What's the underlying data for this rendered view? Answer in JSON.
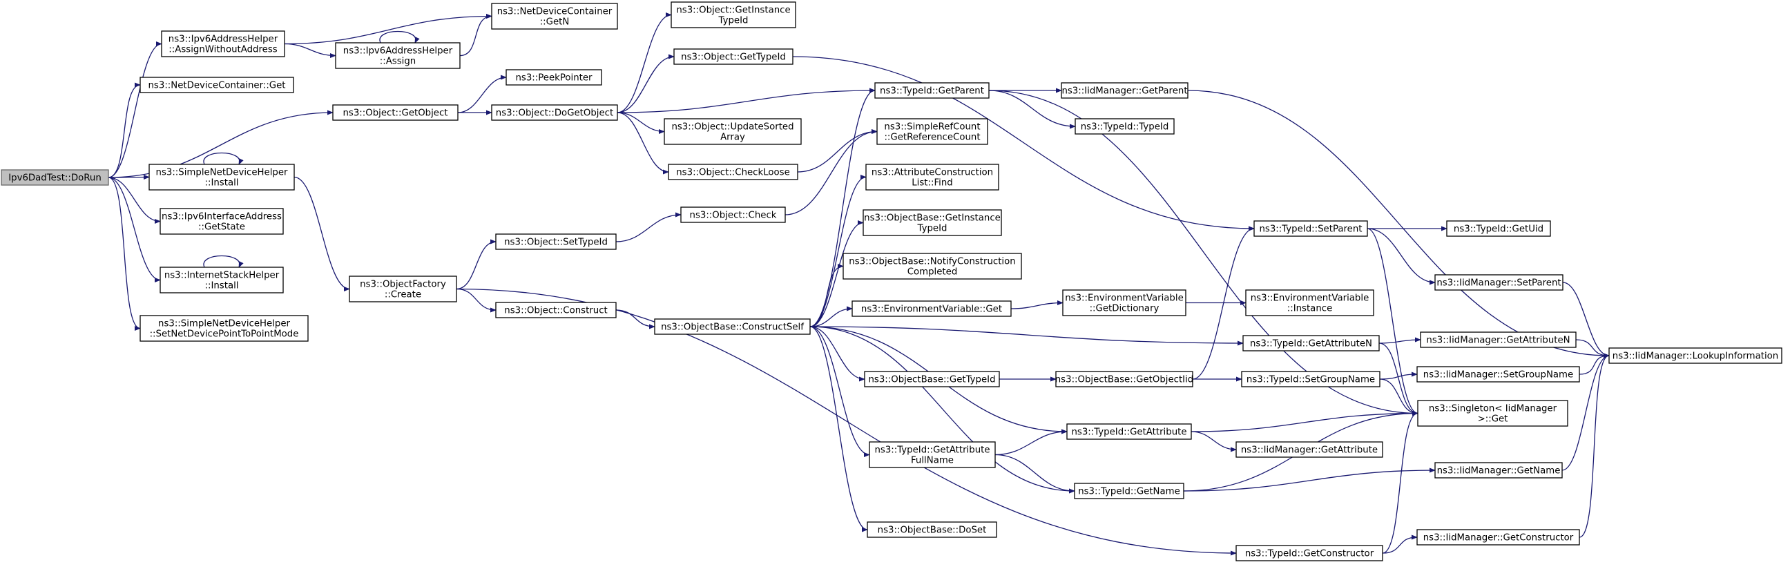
{
  "nodes": [
    {
      "id": "dorun",
      "label": [
        "Ipv6DadTest::DoRun"
      ],
      "root": true
    },
    {
      "id": "awa",
      "label": [
        "ns3::Ipv6AddressHelper",
        "::AssignWithoutAddress"
      ]
    },
    {
      "id": "ndcget",
      "label": [
        "ns3::NetDeviceContainer::Get"
      ]
    },
    {
      "id": "getobject",
      "label": [
        "ns3::Object::GetObject"
      ]
    },
    {
      "id": "sndhinstall",
      "label": [
        "ns3::SimpleNetDeviceHelper",
        "::Install"
      ]
    },
    {
      "id": "ipv6ifgetstate",
      "label": [
        "ns3::Ipv6InterfaceAddress",
        "::GetState"
      ]
    },
    {
      "id": "ishinstall",
      "label": [
        "ns3::InternetStackHelper",
        "::Install"
      ]
    },
    {
      "id": "setp2p",
      "label": [
        "ns3::SimpleNetDeviceHelper",
        "::SetNetDevicePointToPointMode"
      ]
    },
    {
      "id": "ndcgetn",
      "label": [
        "ns3::NetDeviceContainer",
        "::GetN"
      ]
    },
    {
      "id": "assign",
      "label": [
        "ns3::Ipv6AddressHelper",
        "::Assign"
      ]
    },
    {
      "id": "peekpointer",
      "label": [
        "ns3::PeekPointer"
      ]
    },
    {
      "id": "dogetobject",
      "label": [
        "ns3::Object::DoGetObject"
      ]
    },
    {
      "id": "objfactcreate",
      "label": [
        "ns3::ObjectFactory",
        "::Create"
      ]
    },
    {
      "id": "objsettypeid",
      "label": [
        "ns3::Object::SetTypeId"
      ]
    },
    {
      "id": "objconstruct",
      "label": [
        "ns3::Object::Construct"
      ]
    },
    {
      "id": "objgetinstancetypeid",
      "label": [
        "ns3::Object::GetInstance",
        "TypeId"
      ]
    },
    {
      "id": "objgettypeid",
      "label": [
        "ns3::Object::GetTypeId"
      ]
    },
    {
      "id": "updsorted",
      "label": [
        "ns3::Object::UpdateSorted",
        "Array"
      ]
    },
    {
      "id": "checkloose",
      "label": [
        "ns3::Object::CheckLoose"
      ]
    },
    {
      "id": "objcheck",
      "label": [
        "ns3::Object::Check"
      ]
    },
    {
      "id": "constructself",
      "label": [
        "ns3::ObjectBase::ConstructSelf"
      ]
    },
    {
      "id": "tidgetparent",
      "label": [
        "ns3::TypeId::GetParent"
      ]
    },
    {
      "id": "getrefcount",
      "label": [
        "ns3::SimpleRefCount",
        "::GetReferenceCount"
      ]
    },
    {
      "id": "acfind",
      "label": [
        "ns3::AttributeConstruction",
        "List::Find"
      ]
    },
    {
      "id": "obgetinstancetypeid",
      "label": [
        "ns3::ObjectBase::GetInstance",
        "TypeId"
      ]
    },
    {
      "id": "notifycc",
      "label": [
        "ns3::ObjectBase::NotifyConstruction",
        "Completed"
      ]
    },
    {
      "id": "envget",
      "label": [
        "ns3::EnvironmentVariable::Get"
      ]
    },
    {
      "id": "obgettypeid",
      "label": [
        "ns3::ObjectBase::GetTypeId"
      ]
    },
    {
      "id": "tidgetattrfullname",
      "label": [
        "ns3::TypeId::GetAttribute",
        "FullName"
      ]
    },
    {
      "id": "obdoset",
      "label": [
        "ns3::ObjectBase::DoSet"
      ]
    },
    {
      "id": "iidmgetparent",
      "label": [
        "ns3::IidManager::GetParent"
      ]
    },
    {
      "id": "tidtypeid",
      "label": [
        "ns3::TypeId::TypeId"
      ]
    },
    {
      "id": "envgetdict",
      "label": [
        "ns3::EnvironmentVariable",
        "::GetDictionary"
      ]
    },
    {
      "id": "obgetobjectiid",
      "label": [
        "ns3::ObjectBase::GetObjectIid"
      ]
    },
    {
      "id": "tidgetattribute",
      "label": [
        "ns3::TypeId::GetAttribute"
      ]
    },
    {
      "id": "tidgetname",
      "label": [
        "ns3::TypeId::GetName"
      ]
    },
    {
      "id": "envinstance",
      "label": [
        "ns3::EnvironmentVariable",
        "::Instance"
      ]
    },
    {
      "id": "tidsetparent",
      "label": [
        "ns3::TypeId::SetParent"
      ]
    },
    {
      "id": "tidgetattributen",
      "label": [
        "ns3::TypeId::GetAttributeN"
      ]
    },
    {
      "id": "tidsetgroupname",
      "label": [
        "ns3::TypeId::SetGroupName"
      ]
    },
    {
      "id": "tidgetconstructor",
      "label": [
        "ns3::TypeId::GetConstructor"
      ]
    },
    {
      "id": "iidmgetattribute",
      "label": [
        "ns3::IidManager::GetAttribute"
      ]
    },
    {
      "id": "tidgetuid",
      "label": [
        "ns3::TypeId::GetUid"
      ]
    },
    {
      "id": "iidmsetparent",
      "label": [
        "ns3::IidManager::SetParent"
      ]
    },
    {
      "id": "iidmgetattributen",
      "label": [
        "ns3::IidManager::GetAttributeN"
      ]
    },
    {
      "id": "iidmsetgroupname",
      "label": [
        "ns3::IidManager::SetGroupName"
      ]
    },
    {
      "id": "singletonget",
      "label": [
        "ns3::Singleton< IidManager",
        ">::Get"
      ]
    },
    {
      "id": "iidmgetname",
      "label": [
        "ns3::IidManager::GetName"
      ]
    },
    {
      "id": "iidmgetconstructor",
      "label": [
        "ns3::IidManager::GetConstructor"
      ]
    },
    {
      "id": "iidmlookup",
      "label": [
        "ns3::IidManager::LookupInformation"
      ]
    }
  ],
  "edges": [
    [
      "dorun",
      "awa"
    ],
    [
      "dorun",
      "ndcget"
    ],
    [
      "dorun",
      "getobject"
    ],
    [
      "dorun",
      "sndhinstall"
    ],
    [
      "dorun",
      "ipv6ifgetstate"
    ],
    [
      "dorun",
      "ishinstall"
    ],
    [
      "dorun",
      "setp2p"
    ],
    [
      "awa",
      "ndcgetn"
    ],
    [
      "awa",
      "assign"
    ],
    [
      "assign",
      "assign"
    ],
    [
      "assign",
      "ndcgetn"
    ],
    [
      "getobject",
      "peekpointer"
    ],
    [
      "getobject",
      "dogetobject"
    ],
    [
      "sndhinstall",
      "sndhinstall"
    ],
    [
      "sndhinstall",
      "objfactcreate"
    ],
    [
      "ishinstall",
      "ishinstall"
    ],
    [
      "objfactcreate",
      "objsettypeid"
    ],
    [
      "objfactcreate",
      "objconstruct"
    ],
    [
      "objfactcreate",
      "tidgetconstructor"
    ],
    [
      "dogetobject",
      "objgetinstancetypeid"
    ],
    [
      "dogetobject",
      "objgettypeid"
    ],
    [
      "dogetobject",
      "tidgetparent"
    ],
    [
      "dogetobject",
      "updsorted"
    ],
    [
      "dogetobject",
      "checkloose"
    ],
    [
      "objsettypeid",
      "objcheck"
    ],
    [
      "objconstruct",
      "constructself"
    ],
    [
      "objgettypeid",
      "tidsetparent"
    ],
    [
      "checkloose",
      "getrefcount"
    ],
    [
      "objcheck",
      "getrefcount"
    ],
    [
      "constructself",
      "tidgetparent"
    ],
    [
      "constructself",
      "acfind"
    ],
    [
      "constructself",
      "obgetinstancetypeid"
    ],
    [
      "constructself",
      "notifycc"
    ],
    [
      "constructself",
      "envget"
    ],
    [
      "constructself",
      "tidgetattributen"
    ],
    [
      "constructself",
      "obgettypeid"
    ],
    [
      "constructself",
      "tidgetattribute"
    ],
    [
      "constructself",
      "tidgetattrfullname"
    ],
    [
      "constructself",
      "tidgetname"
    ],
    [
      "constructself",
      "obdoset"
    ],
    [
      "tidgetparent",
      "iidmgetparent"
    ],
    [
      "tidgetparent",
      "tidtypeid"
    ],
    [
      "tidgetparent",
      "singletonget"
    ],
    [
      "envget",
      "envgetdict"
    ],
    [
      "envgetdict",
      "envinstance"
    ],
    [
      "obgettypeid",
      "obgetobjectiid"
    ],
    [
      "obgetobjectiid",
      "tidsetparent"
    ],
    [
      "obgetobjectiid",
      "tidsetgroupname"
    ],
    [
      "tidgetattrfullname",
      "tidgetattribute"
    ],
    [
      "tidgetattrfullname",
      "tidgetname"
    ],
    [
      "iidmgetparent",
      "iidmlookup"
    ],
    [
      "tidsetparent",
      "tidgetuid"
    ],
    [
      "tidsetparent",
      "iidmsetparent"
    ],
    [
      "tidsetparent",
      "singletonget"
    ],
    [
      "tidgetattributen",
      "iidmgetattributen"
    ],
    [
      "tidgetattributen",
      "singletonget"
    ],
    [
      "tidsetgroupname",
      "iidmsetgroupname"
    ],
    [
      "tidsetgroupname",
      "singletonget"
    ],
    [
      "tidgetattribute",
      "singletonget"
    ],
    [
      "tidgetattribute",
      "iidmgetattribute"
    ],
    [
      "tidgetname",
      "singletonget"
    ],
    [
      "tidgetname",
      "iidmgetname"
    ],
    [
      "tidgetconstructor",
      "singletonget"
    ],
    [
      "tidgetconstructor",
      "iidmgetconstructor"
    ],
    [
      "iidmsetparent",
      "iidmlookup"
    ],
    [
      "iidmgetattributen",
      "iidmlookup"
    ],
    [
      "iidmsetgroupname",
      "iidmlookup"
    ],
    [
      "iidmgetname",
      "iidmlookup"
    ],
    [
      "iidmgetconstructor",
      "iidmlookup"
    ]
  ],
  "colors": {
    "edge": "#191970",
    "node_border": "#000000",
    "root_fill": "#bfbfbf",
    "root_border": "#666666",
    "background": "#ffffff"
  }
}
